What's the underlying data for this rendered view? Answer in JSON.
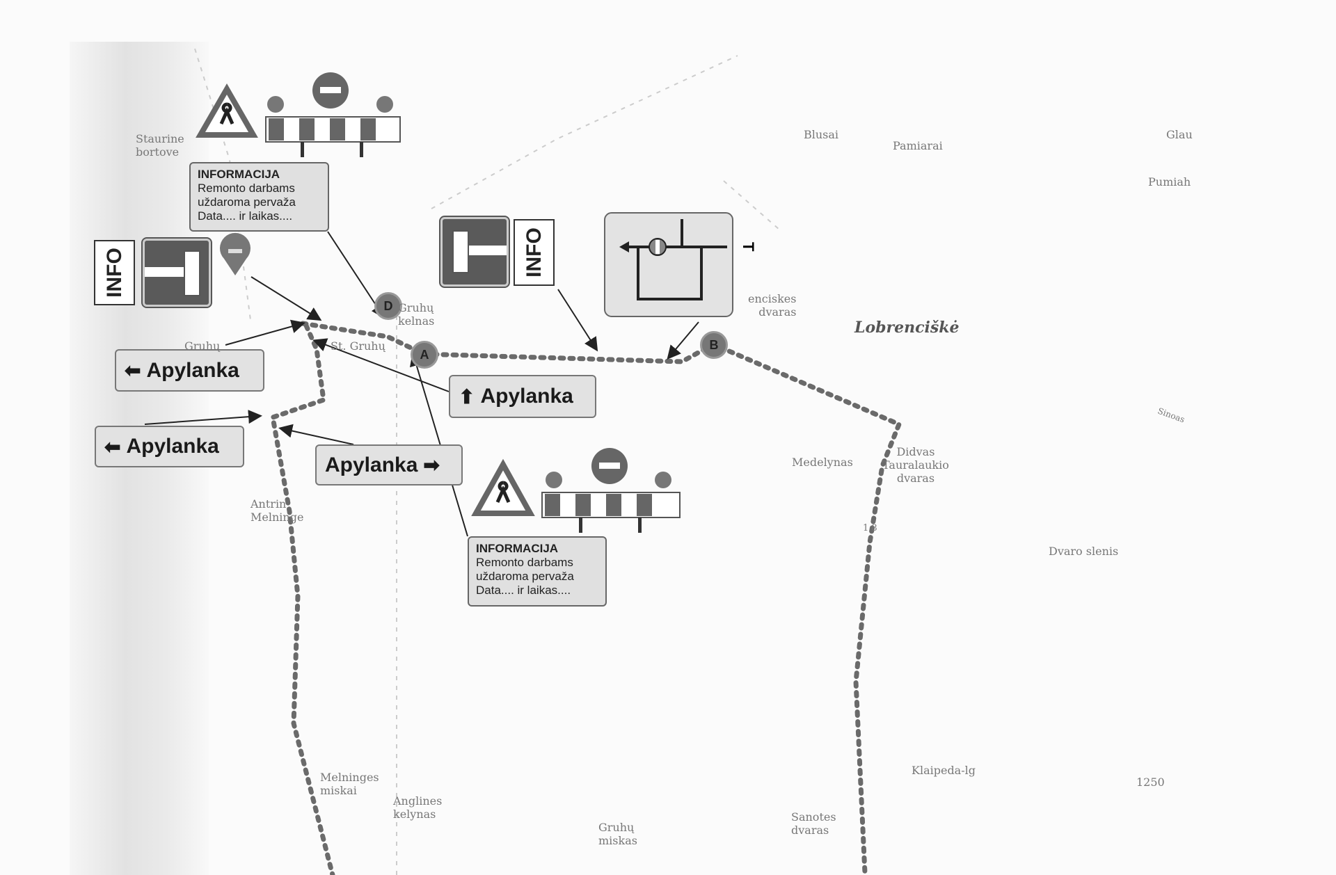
{
  "signs": {
    "info_box_1": {
      "title": "INFORMACIJA",
      "lines": [
        "Remonto darbams",
        "uždaroma pervaža",
        "Data.... ir laikas...."
      ]
    },
    "info_box_2": {
      "title": "INFORMACIJA",
      "lines": [
        "Remonto darbams",
        "uždaroma pervaža",
        "Data.... ir laikas...."
      ]
    },
    "info_label": "INFO",
    "detour_label": "Apylanka",
    "complex_sign_letter": "T"
  },
  "markers": {
    "a": "A",
    "b": "B",
    "d": "D"
  },
  "place_labels": {
    "staurine": "Staurine\nbortove",
    "gruhu_kelnas": "Gruhų\nkelnas",
    "st_gruhu": "St. Gruhų",
    "gruhu": "Gruhų",
    "antrin": "Antrin\nMelninge",
    "blusai": "Blusai",
    "pamiarai": "Pamiarai",
    "glau": "Glau",
    "pumiah": "Pumiah",
    "enciskes": "enciskes\ndvaras",
    "lobrenciske": "Lobrenciškė",
    "medelynas": "Medelynas",
    "didvas": "Didvas\nTauralaukio\ndvaras",
    "dvaro_slenis": "Dvaro slenis",
    "klaipeda": "Klaipeda-lg",
    "num": "1250",
    "melninges": "Melninges\nmiskai",
    "anglines": "Anglines\nkelynas",
    "gruhu_miskas": "Gruhų\nmiskas",
    "sanotes": "Sanotes\ndvaras",
    "sinoas": "Sinoas",
    "km": "1 8"
  },
  "colors": {
    "route": "#6a6a6a",
    "sign_dark": "#5a5a5a",
    "box": "#e0e0e0"
  }
}
